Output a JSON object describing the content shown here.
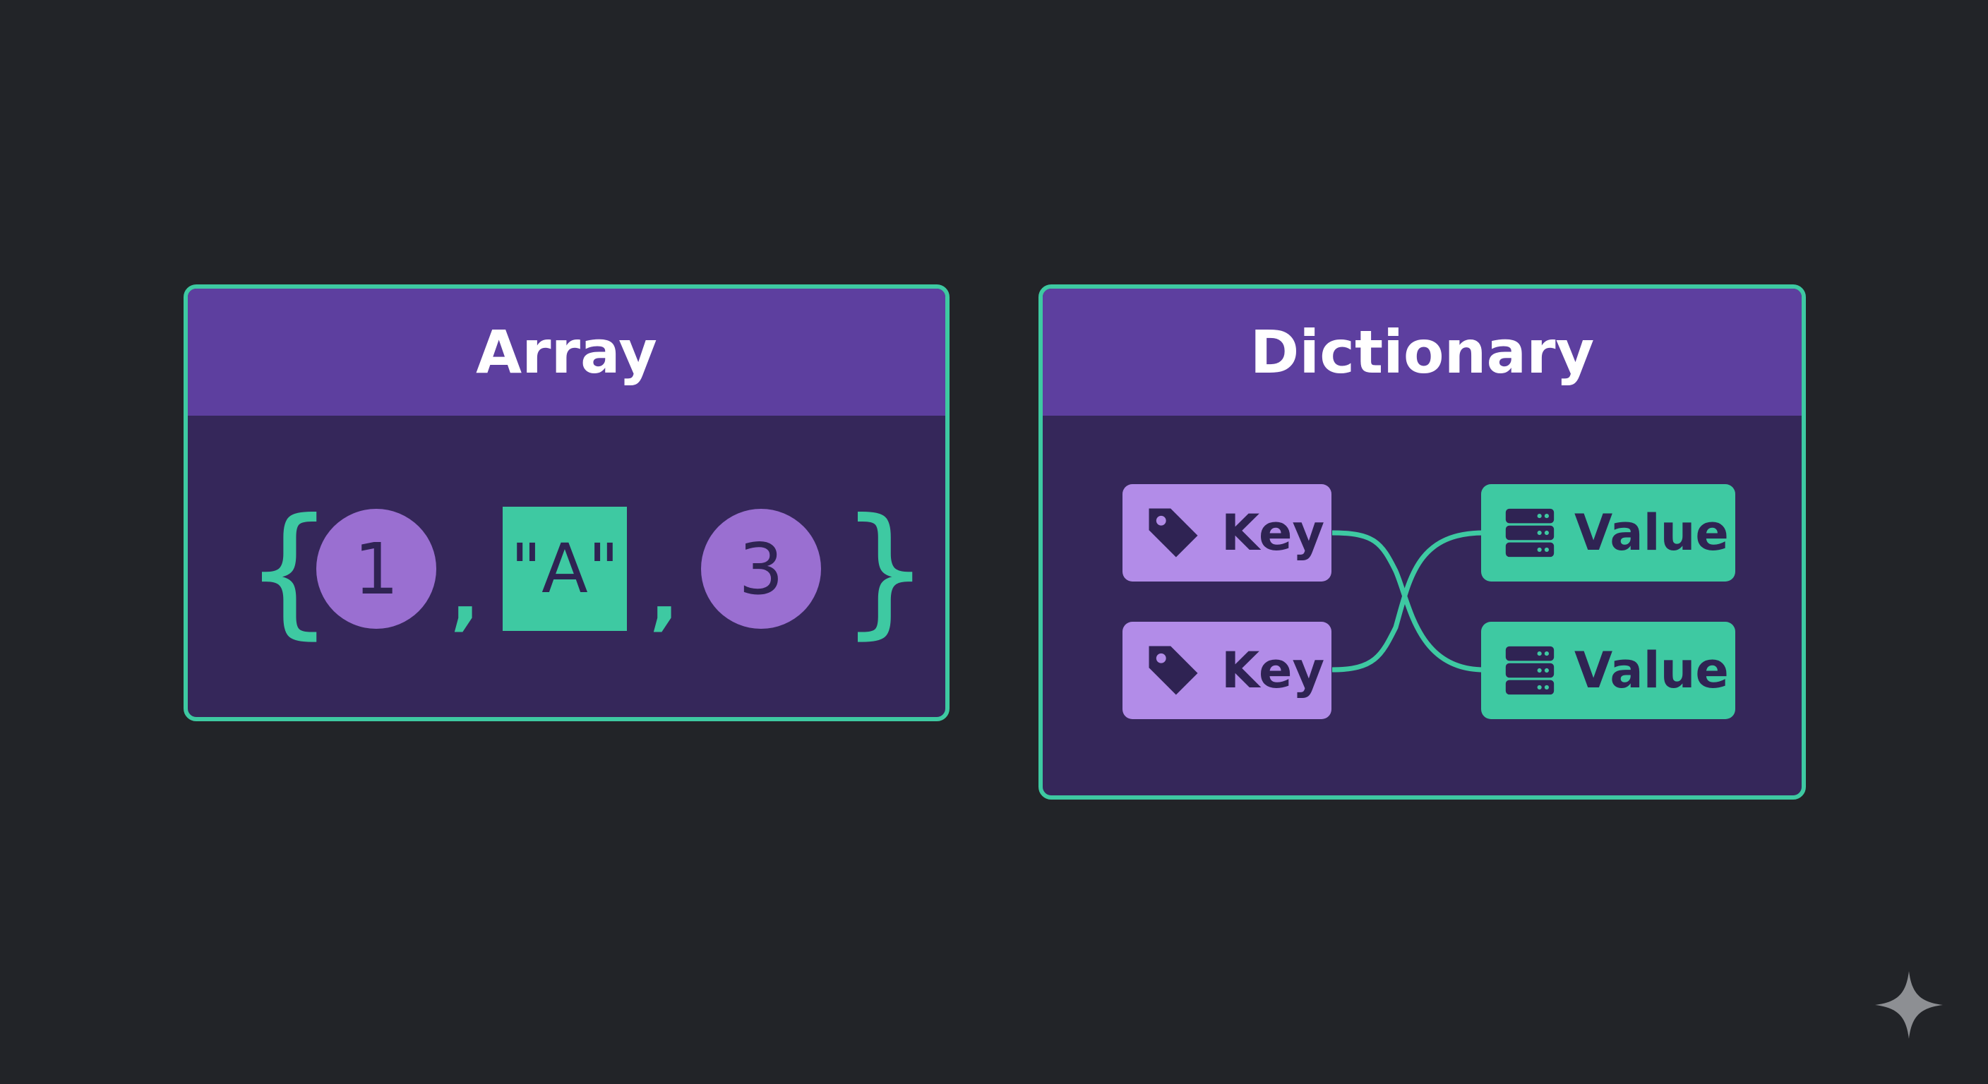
{
  "array": {
    "title": "Array",
    "open_brace": "{",
    "close_brace": "}",
    "elements": [
      "1",
      "\"A\"",
      "3"
    ],
    "separator": ","
  },
  "dictionary": {
    "title": "Dictionary",
    "keys": [
      "Key",
      "Key"
    ],
    "values": [
      "Value",
      "Value"
    ],
    "key_icon": "tag-icon",
    "value_icon": "server-stack-icon"
  },
  "colors": {
    "background": "#222428",
    "border": "#3ec9a2",
    "header": "#5d3f9f",
    "body": "#35275a",
    "key_chip": "#b28ce8",
    "value_chip": "#3ec9a2",
    "circle": "#9a6fd1"
  },
  "corner_icon": "sparkle-icon"
}
